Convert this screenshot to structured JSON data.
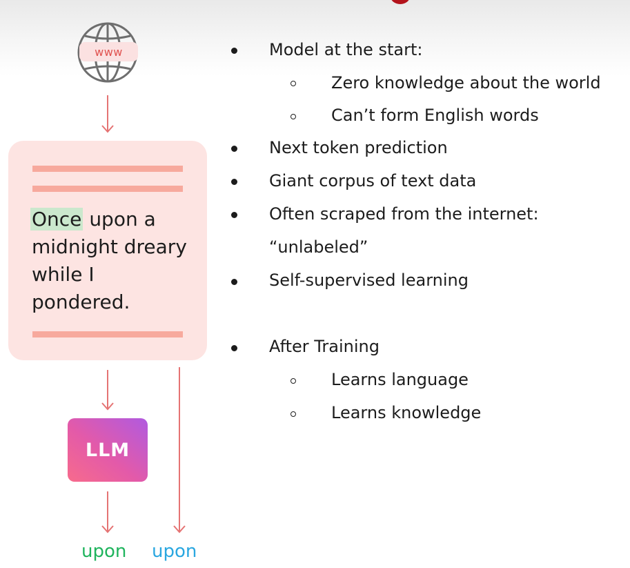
{
  "diagram": {
    "globe_label": "www",
    "document_text": {
      "highlight": "Once",
      "rest": "upon a midnight dreary while I pondered."
    },
    "model_label": "LLM",
    "outputs": {
      "predicted": "upon",
      "target": "upon"
    }
  },
  "notes": {
    "items": [
      {
        "text": "Model at the start:",
        "level": 1
      },
      {
        "text": "Zero knowledge about the world",
        "level": 2
      },
      {
        "text": "Can’t form English words",
        "level": 2
      },
      {
        "text": "Next token prediction",
        "level": 1
      },
      {
        "text": "Giant corpus of text data",
        "level": 1
      },
      {
        "text": "Often scraped from the internet:",
        "level": 1
      },
      {
        "text": "“unlabeled”",
        "level": 0
      },
      {
        "text": "Self-supervised learning",
        "level": 1
      },
      {
        "text": "After Training",
        "level": 1
      },
      {
        "text": "Learns language",
        "level": 2
      },
      {
        "text": "Learns knowledge",
        "level": 2
      }
    ]
  },
  "colors": {
    "arrow": "#e57373",
    "card": "#fde4e2",
    "highlight": "#cbe8cd",
    "predicted": "#1fb45d",
    "target": "#2aa7e0"
  }
}
